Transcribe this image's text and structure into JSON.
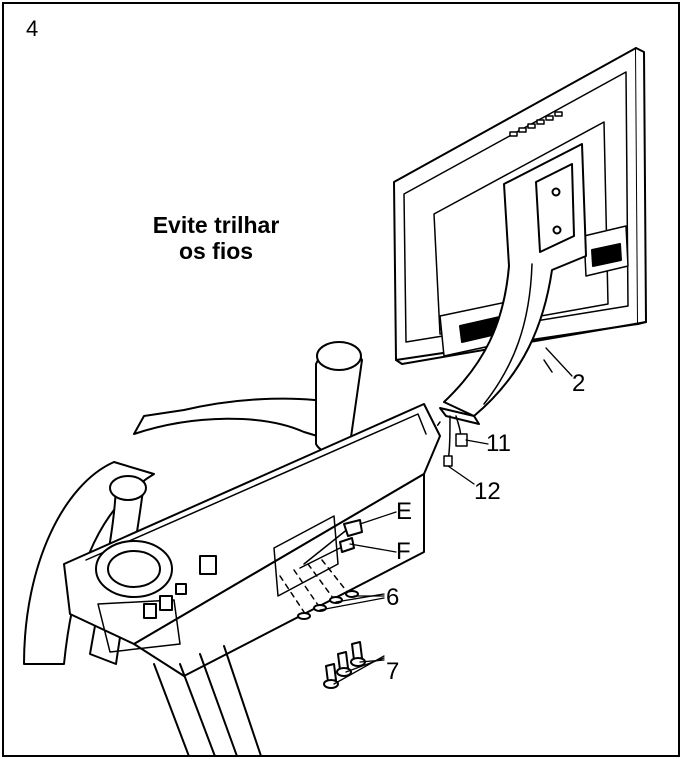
{
  "step_number": "4",
  "note": {
    "line1": "Evite trilhar",
    "line2": "os fios"
  },
  "callouts": {
    "console_mast": "2",
    "cable_11": "11",
    "cable_12": "12",
    "label_e": "E",
    "label_f": "F",
    "washers": "6",
    "bolts": "7"
  }
}
